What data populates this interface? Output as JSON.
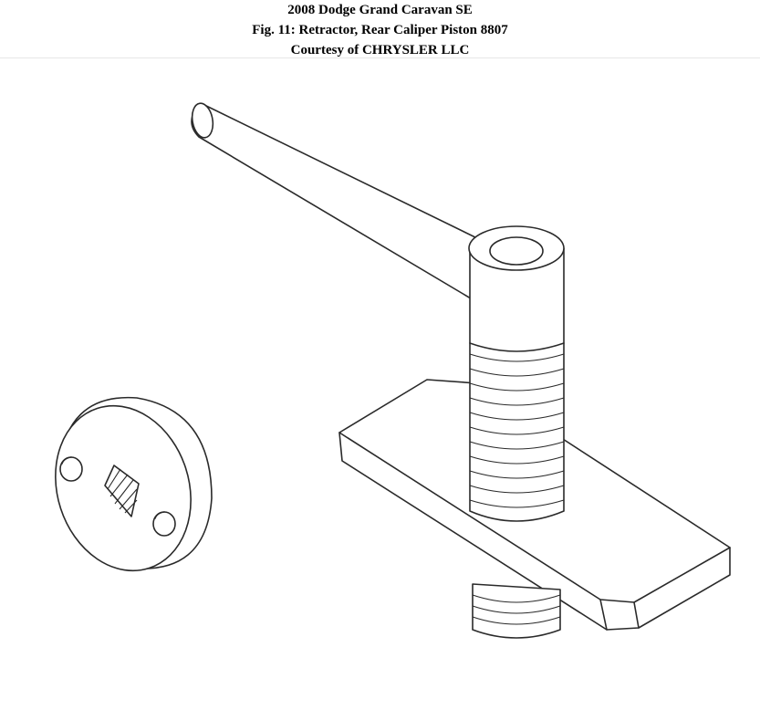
{
  "header": {
    "vehicle": "2008 Dodge Grand Caravan SE",
    "figure_caption": "Fig. 11: Retractor, Rear Caliper Piston 8807",
    "courtesy": "Courtesy of CHRYSLER LLC"
  },
  "illustration": {
    "icon": "caliper-piston-retractor-drawing"
  }
}
